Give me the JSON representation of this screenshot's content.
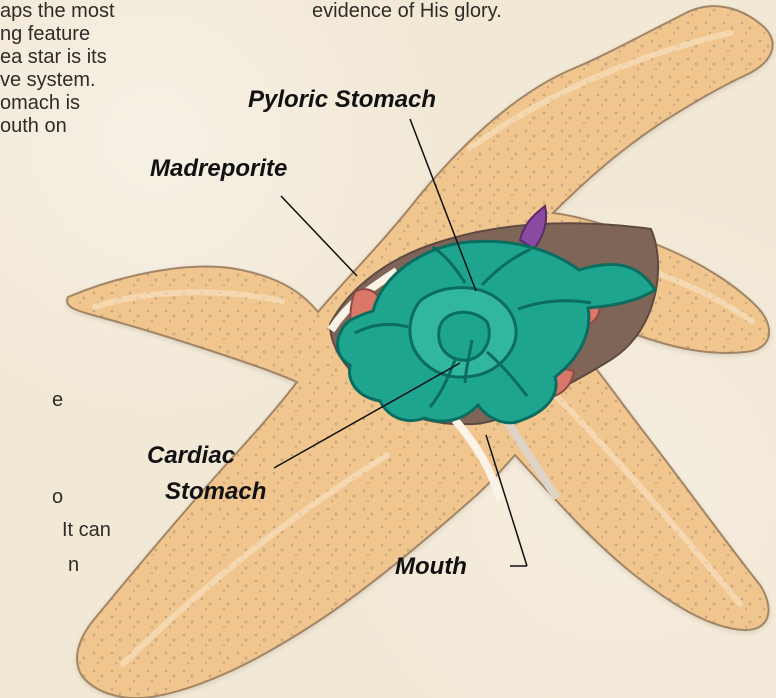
{
  "left_paragraph": {
    "lines": [
      "aps the most",
      "ng feature",
      "ea star is its",
      "ve system.",
      "omach is",
      "outh on"
    ],
    "bottom_fragments": [
      "e",
      "o",
      "It can",
      "n"
    ]
  },
  "top_text": "evidence of His glory.",
  "labels": {
    "pyloric": "Pyloric Stomach",
    "madreporite": "Madreporite",
    "cardiac_line1": "Cardiac",
    "cardiac_line2": "Stomach",
    "mouth": "Mouth"
  },
  "colors": {
    "skin": "#f0c58e",
    "skin_light": "#f7d9af",
    "stomach": "#1ea58f",
    "stomach_dark": "#0b6d60",
    "cavity": "#7f6557",
    "organ": "#d97769",
    "purple": "#8b4aa1"
  }
}
